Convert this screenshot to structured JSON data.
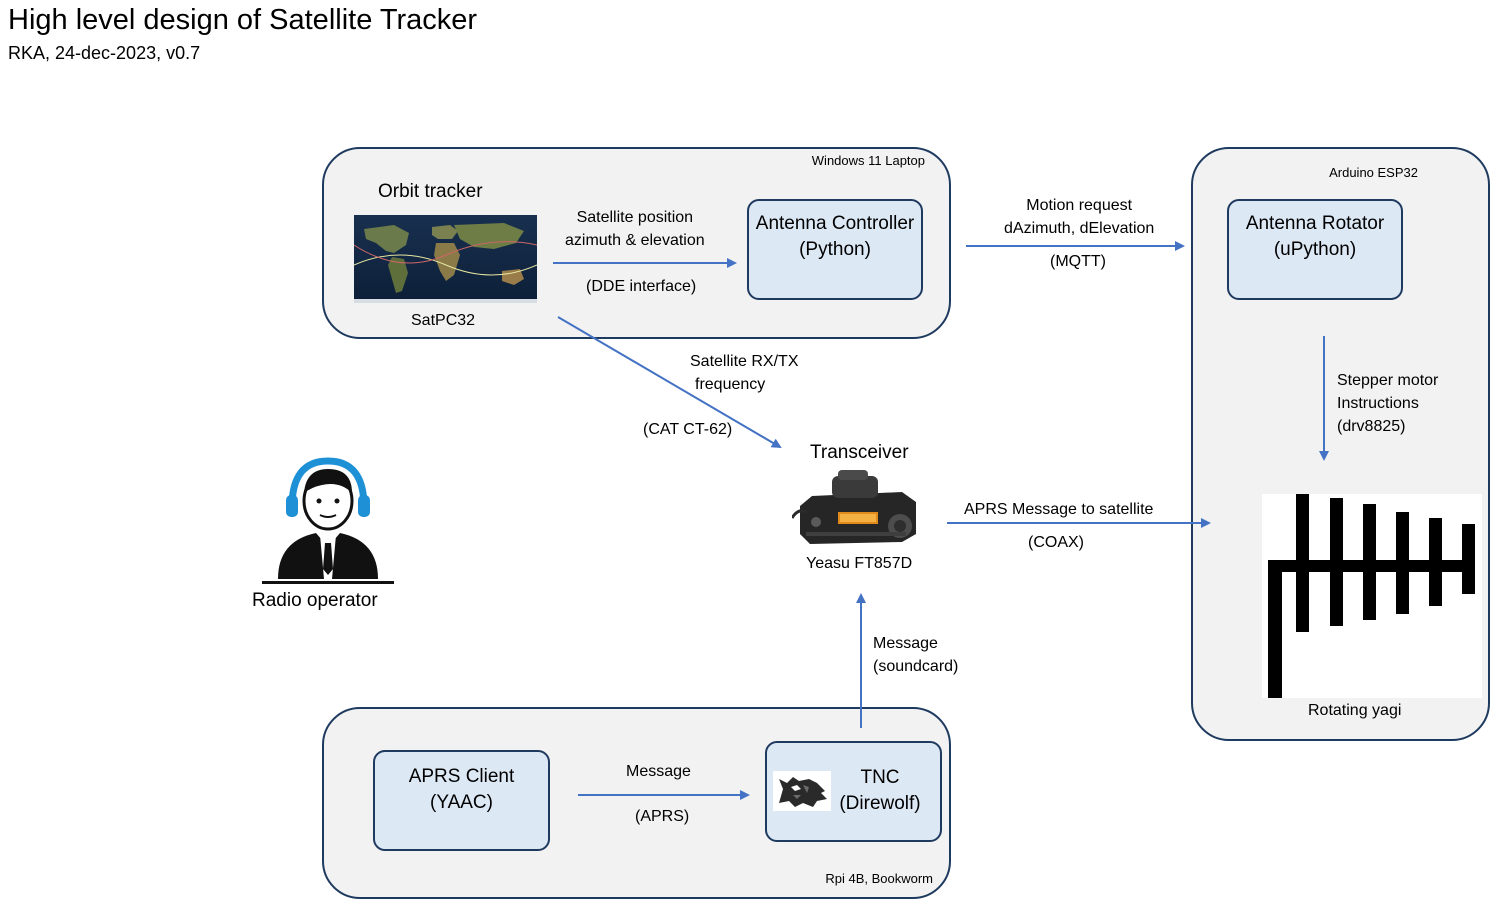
{
  "header": {
    "title": "High level design of Satellite Tracker",
    "subtitle": "RKA, 24-dec-2023, v0.7"
  },
  "groups": {
    "laptop": "Windows 11 Laptop",
    "esp32": "Arduino ESP32",
    "rpi": "Rpi 4B, Bookworm"
  },
  "nodes": {
    "orbit_tracker": "Orbit tracker",
    "satpc32": "SatPC32",
    "antenna_controller": [
      "Antenna Controller",
      "(Python)"
    ],
    "antenna_rotator": [
      "Antenna Rotator",
      "(uPython)"
    ],
    "transceiver": "Transceiver",
    "yaesu": "Yeasu FT857D",
    "radio_operator": "Radio operator",
    "aprs_client": [
      "APRS Client",
      "(YAAC)"
    ],
    "tnc": [
      "TNC",
      "(Direwolf)"
    ],
    "rotating_yagi": "Rotating yagi"
  },
  "edges": {
    "sat_position": [
      "Satellite position",
      "azimuth & elevation"
    ],
    "dde": "(DDE interface)",
    "motion_request": [
      "Motion request",
      "dAzimuth, dElevation"
    ],
    "mqtt": "(MQTT)",
    "stepper": [
      "Stepper motor",
      "Instructions",
      "(drv8825)"
    ],
    "sat_rxtx": [
      "Satellite RX/TX",
      "frequency"
    ],
    "cat": "(CAT CT-62)",
    "aprs_msg": "APRS Message to satellite",
    "coax": "(COAX)",
    "msg_soundcard": [
      "Message",
      "(soundcard)"
    ],
    "message": "Message",
    "aprs": "(APRS)"
  },
  "colors": {
    "arrow": "#4472c4",
    "box_fill": "#dde8f5",
    "group_fill": "#f2f2f2",
    "border": "#1f3a5f",
    "headset": "#1e90d6"
  },
  "icons": {
    "world_map": "world-map-icon",
    "transceiver": "radio-transceiver-icon",
    "operator": "operator-headset-icon",
    "direwolf": "wolf-logo-icon",
    "yagi": "yagi-antenna-icon"
  }
}
